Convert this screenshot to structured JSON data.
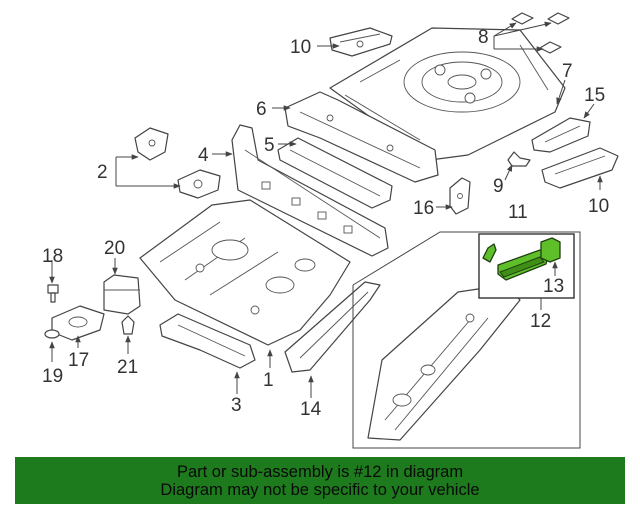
{
  "callouts": {
    "c1": "1",
    "c2": "2",
    "c3": "3",
    "c4": "4",
    "c5": "5",
    "c6": "6",
    "c7": "7",
    "c8": "8",
    "c9": "9",
    "c10a": "10",
    "c10b": "10",
    "c11": "11",
    "c12": "12",
    "c13": "13",
    "c14": "14",
    "c15": "15",
    "c16": "16",
    "c17": "17",
    "c18": "18",
    "c19": "19",
    "c20": "20",
    "c21": "21"
  },
  "highlight_color": "#5fbf2a",
  "banner": {
    "background": "#1d7a1d",
    "line1": "Part or sub-assembly is #12 in diagram",
    "line2": "Diagram may not be specific to your vehicle"
  }
}
